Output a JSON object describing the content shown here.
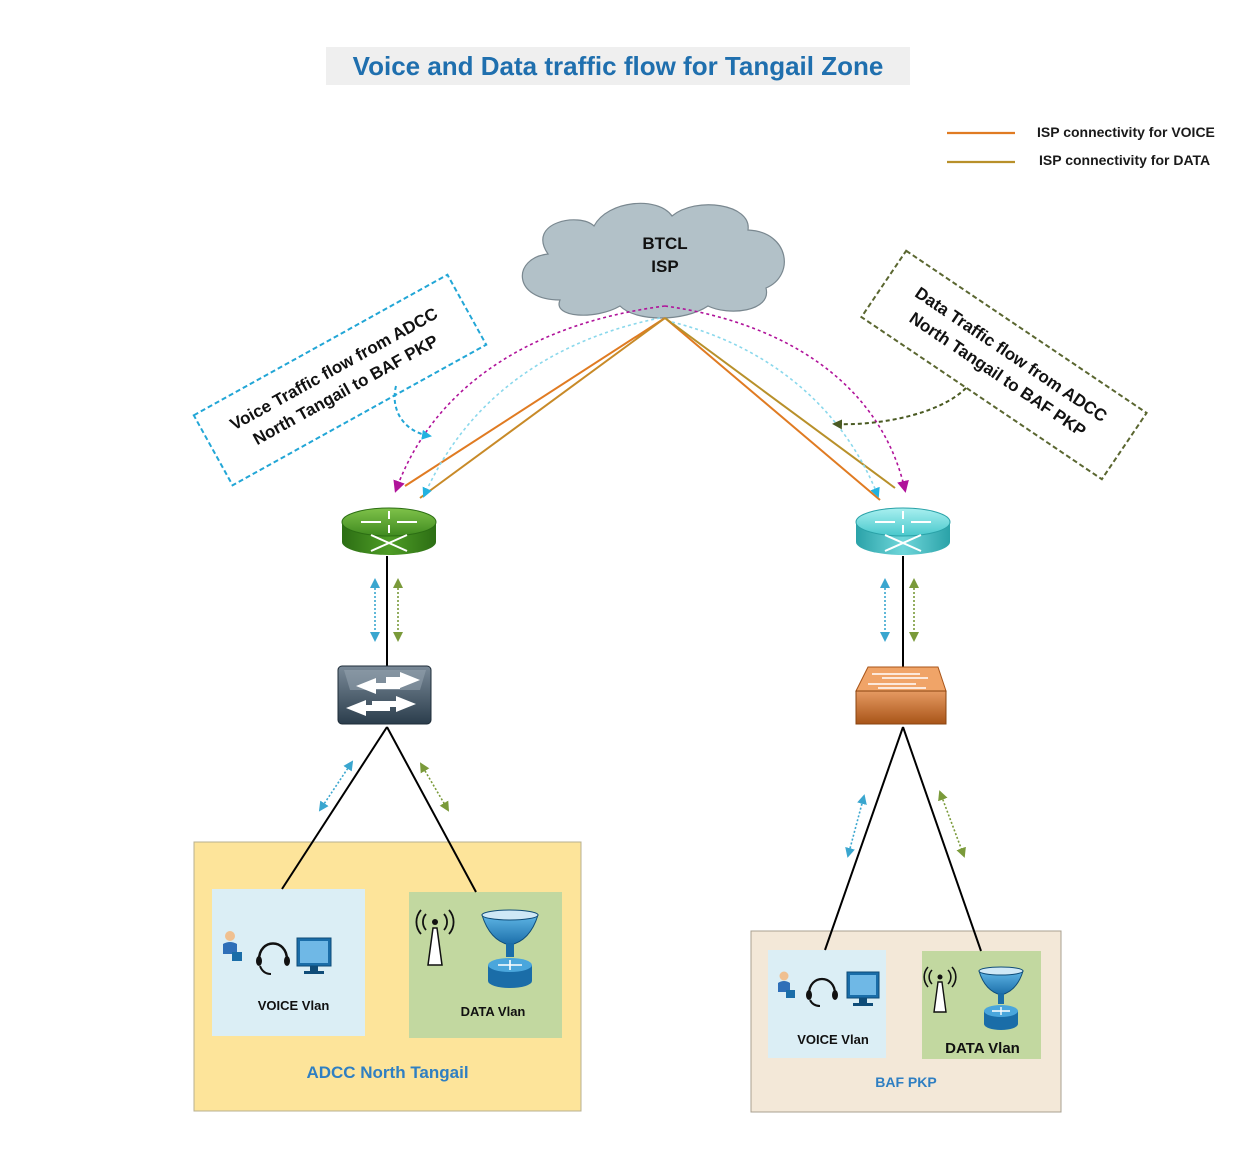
{
  "title": "Voice and Data traffic flow for Tangail Zone",
  "legend": {
    "voice_label": "ISP connectivity for VOICE",
    "data_label": "ISP connectivity for DATA",
    "voice_color": "#e07b22",
    "data_color": "#b8902a"
  },
  "cloud": {
    "line1": "BTCL",
    "line2": "ISP"
  },
  "callouts": {
    "voice": {
      "line1": "Voice Traffic flow from ADCC",
      "line2": "North Tangail to BAF PKP"
    },
    "data": {
      "line1": "Data Traffic flow from ADCC",
      "line2": "North Tangail to BAF PKP"
    }
  },
  "sites": {
    "left": {
      "name": "ADCC North Tangail",
      "voice_vlan": "VOICE Vlan",
      "data_vlan": "DATA Vlan"
    },
    "right": {
      "name": "BAF PKP",
      "voice_vlan": "VOICE Vlan",
      "data_vlan": "DATA Vlan"
    }
  },
  "icons": [
    "cloud-icon",
    "router-icon",
    "switch-icon",
    "user-icon",
    "headset-icon",
    "monitor-icon",
    "wireless-tower-icon",
    "satellite-router-icon"
  ]
}
